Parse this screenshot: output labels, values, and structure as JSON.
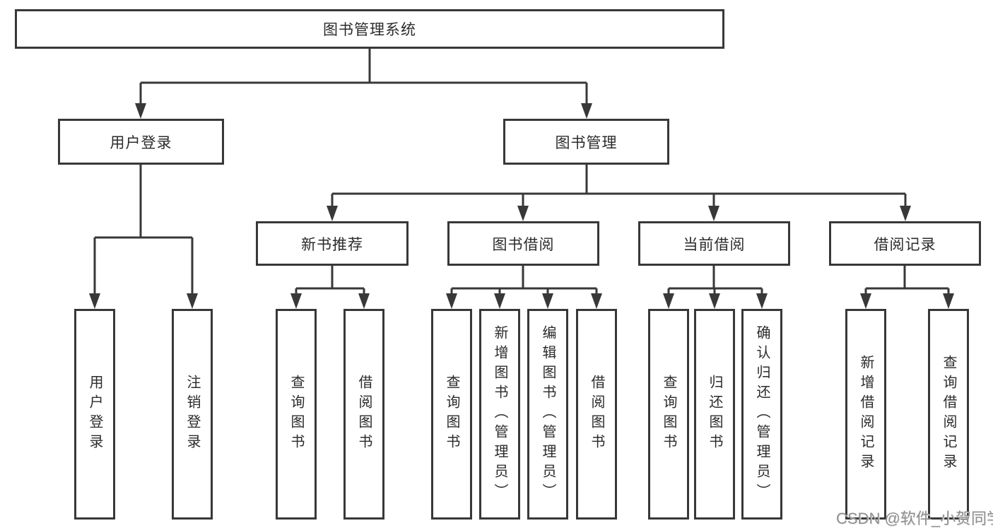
{
  "diagram": {
    "root_label": "图书管理系统",
    "level2": {
      "user_login": "用户登录",
      "book_management": "图书管理"
    },
    "level3": {
      "new_book_recommend": "新书推荐",
      "book_borrowing": "图书借阅",
      "current_borrowing": "当前借阅",
      "borrowing_records": "借阅记录"
    },
    "leaves": {
      "user_login": [
        "用户登录",
        "注销登录"
      ],
      "new_book_recommend": [
        "查询图书",
        "借阅图书"
      ],
      "book_borrowing": [
        "查询图书",
        "新增图书（管理员）",
        "编辑图书（管理员）",
        "借阅图书"
      ],
      "current_borrowing": [
        "查询图书",
        "归还图书",
        "确认归还（管理员）"
      ],
      "borrowing_records": [
        "新增借阅记录",
        "查询借阅记录"
      ]
    },
    "watermark": "CSDN @软件_小贺同学",
    "colors": {
      "line": "#383838",
      "text": "#2b2b2b",
      "background": "#ffffff",
      "watermark": "#8f8f8f"
    }
  }
}
